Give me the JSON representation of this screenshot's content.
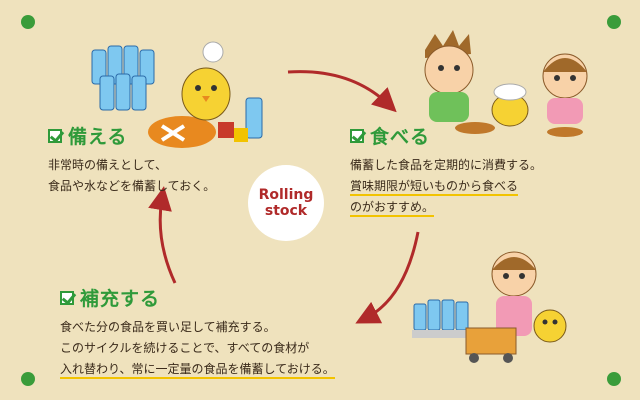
{
  "center": {
    "line1": "Rolling",
    "line2": "stock"
  },
  "steps": {
    "prepare": {
      "title": "備える",
      "lines": [
        "非常時の備えとして、",
        "食品や水などを備蓄しておく。"
      ]
    },
    "eat": {
      "title": "食べる",
      "lines": [
        "備蓄した食品を定期的に消費する。",
        "賞味期限が短いものから食べる",
        "のがおすすめ。"
      ]
    },
    "replenish": {
      "title": "補充する",
      "lines": [
        "食べた分の食品を買い足して補充する。",
        "このサイクルを続けることで、すべての食材が",
        "入れ替わり、常に一定量の食品を備蓄しておける。"
      ]
    }
  },
  "illustrations": {
    "stock": "water-bottles-and-emergency-food-with-chick-mascot",
    "family": "family-eating-curry-with-chick-mascot",
    "shopping": "girl-shopping-with-cart-and-chick-mascot"
  },
  "colors": {
    "background": "#efe2bd",
    "accent": "#2f9a3a",
    "arrow": "#b02a2a",
    "highlight": "#f2c300"
  }
}
